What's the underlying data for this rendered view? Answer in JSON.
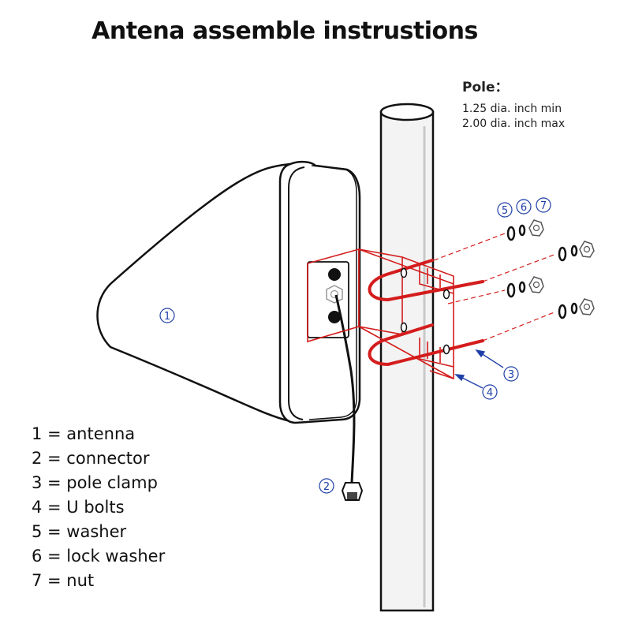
{
  "title": "Antena assemble instrustions",
  "pole_spec": {
    "heading": "Pole：",
    "min": "1.25 dia. inch min",
    "max": "2.00 dia. inch max"
  },
  "callouts": {
    "antenna": "1",
    "connector": "2",
    "pole_clamp": "3",
    "u_bolts": "4",
    "washer": "5",
    "lock_washer": "6",
    "nut": "7"
  },
  "legend": [
    "1 = antenna",
    "2 = connector",
    "3 = pole clamp",
    "4 = U bolts",
    "5 = washer",
    "6 = lock washer",
    "7 = nut"
  ],
  "colors": {
    "outline": "#111111",
    "clamp_red": "#d41c1c",
    "callout_blue": "#1f3fa8",
    "pole_fill": "#f3f3f3"
  }
}
